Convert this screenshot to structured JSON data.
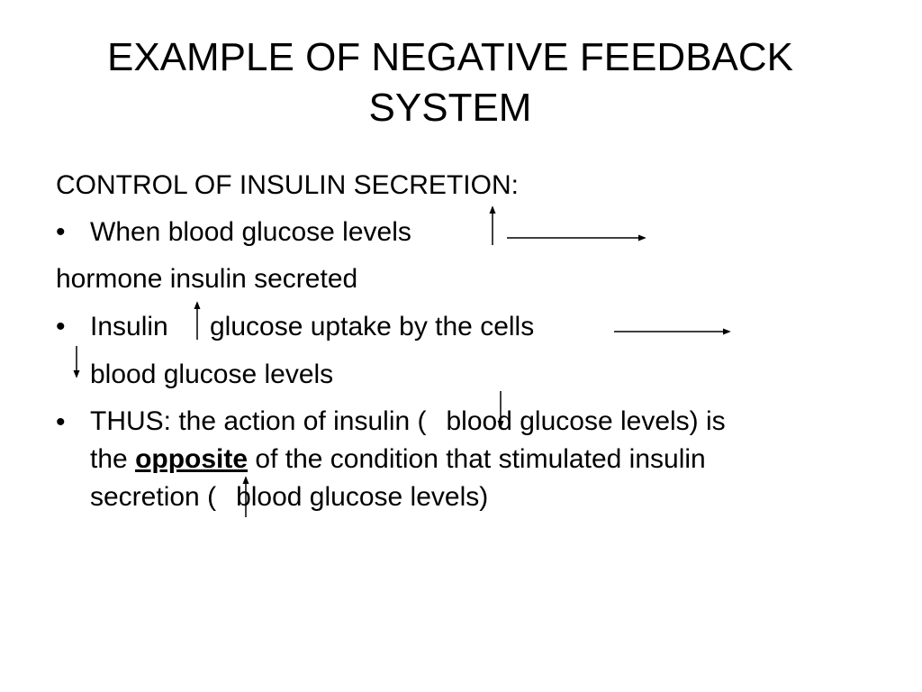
{
  "slide": {
    "title_line1": "EXAMPLE OF NEGATIVE FEEDBACK",
    "title_line2": "SYSTEM",
    "heading": "CONTROL OF INSULIN SECRETION:",
    "bullet_char": "•",
    "item1": "When blood glucose levels",
    "item1_cont": "hormone insulin secreted",
    "item2_a": "Insulin",
    "item2_b": "glucose uptake by the cells",
    "item2_cont": "blood glucose levels",
    "item3_a": "THUS: the action of insulin (",
    "item3_b": "blood glucose levels) is",
    "item3_c": "the",
    "item3_emph": "opposite",
    "item3_d": "of the condition that stimulated insulin",
    "item3_e": "secretion (",
    "item3_f": "blood glucose levels)"
  },
  "icons": {
    "up": "up-arrow-icon",
    "down": "down-arrow-icon",
    "right": "right-arrow-icon"
  }
}
